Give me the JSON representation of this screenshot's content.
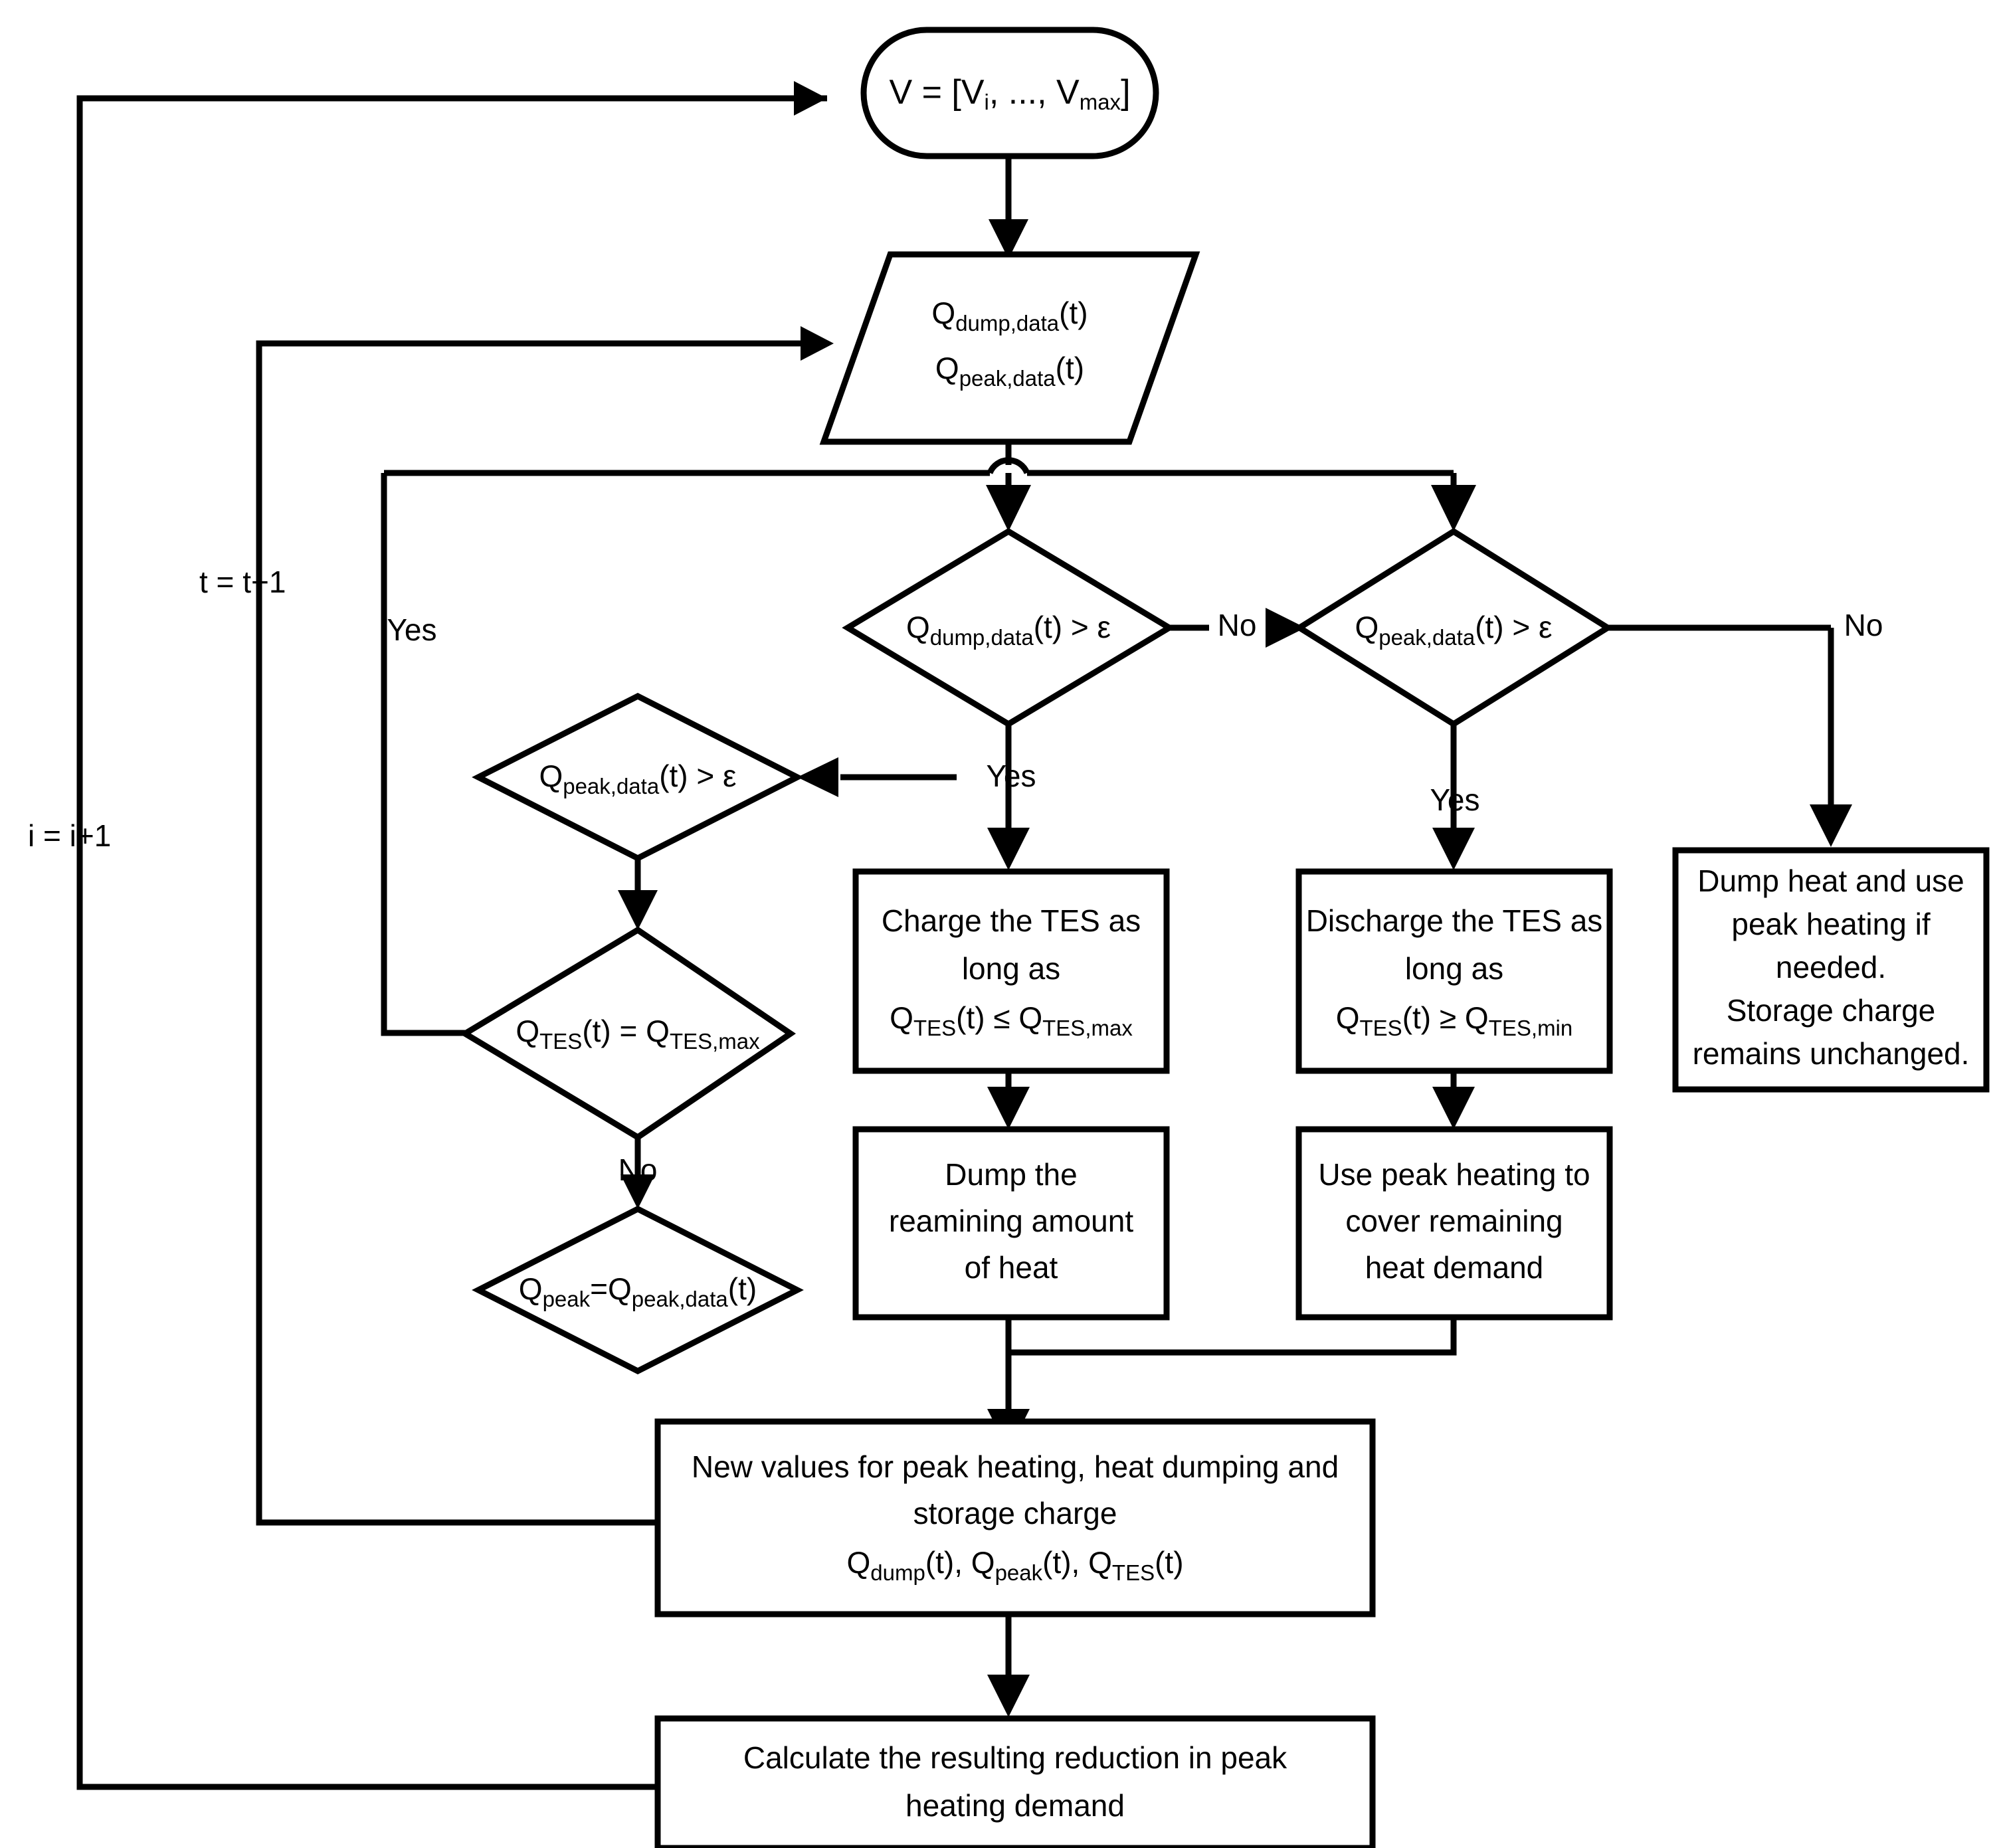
{
  "diagram": {
    "title": "TES peak heating reduction algorithm flowchart",
    "nodes": {
      "start": {
        "type": "terminator",
        "text_main": "V = [V",
        "sub_1": "i",
        "text_mid": ", ..., V",
        "sub_2": "max",
        "text_end": "]",
        "plain": "V = [Vi, ..., Vmax]"
      },
      "input_data": {
        "type": "parallelogram",
        "line1_main": "Q",
        "line1_sub": "dump,data",
        "line1_end": "(t)",
        "line2_main": "Q",
        "line2_sub": "peak,data",
        "line2_end": "(t)",
        "plain": "Qdump,data(t) / Qpeak,data(t)"
      },
      "dec_dump": {
        "type": "decision",
        "main": "Q",
        "sub": "dump,data",
        "end": "(t) > ε",
        "plain": "Qdump,data(t) > ε"
      },
      "dec_peak_right": {
        "type": "decision",
        "main": "Q",
        "sub": "peak,data",
        "end": "(t) > ε",
        "plain": "Qpeak,data(t) > ε"
      },
      "dec_peak_left": {
        "type": "decision",
        "main": "Q",
        "sub": "peak,data",
        "end": "(t) > ε",
        "plain": "Qpeak,data(t) > ε"
      },
      "dec_tes_full": {
        "type": "decision",
        "main": "Q",
        "sub": "TES",
        "mid": "(t) =  Q",
        "sub2": "TES,max",
        "plain": "QTES(t) =  QTES,max"
      },
      "dec_qpeak_assign": {
        "type": "decision",
        "main": "Q",
        "sub": "peak",
        "mid": "=Q",
        "sub2": "peak,data",
        "end": "(t)",
        "plain": "Qpeak=Qpeak,data(t)"
      },
      "proc_charge": {
        "type": "process",
        "line1": "Charge the TES as",
        "line2": "long as",
        "line3_main": "Q",
        "line3_sub": "TES",
        "line3_mid": "(t) ≤  Q",
        "line3_sub2": "TES,max",
        "plain": "Charge the TES as long as QTES(t) ≤ QTES,max"
      },
      "proc_discharge": {
        "type": "process",
        "line1": "Discharge the TES as",
        "line2": "long as",
        "line3_main": "Q",
        "line3_sub": "TES",
        "line3_mid": "(t) ≥  Q",
        "line3_sub2": "TES,min",
        "plain": "Discharge the TES as long as QTES(t) ≥ QTES,min"
      },
      "proc_dump_rest": {
        "type": "process",
        "lines": [
          "Dump the",
          "reamining amount",
          "of heat"
        ],
        "plain": "Dump the reamining amount of heat"
      },
      "proc_use_peak": {
        "type": "process",
        "lines": [
          "Use peak heating to",
          "cover remaining",
          "heat demand"
        ],
        "plain": "Use peak heating to cover remaining heat demand"
      },
      "proc_dump_and_peak": {
        "type": "process",
        "lines": [
          "Dump heat and use",
          "peak heating if",
          "needed.",
          "Storage charge",
          "remains unchanged."
        ],
        "plain": "Dump heat and use peak heating if needed. Storage charge remains unchanged."
      },
      "proc_new_values": {
        "type": "process",
        "line1": "New values for peak heating, heat dumping and",
        "line2": "storage charge",
        "line3_a_main": "Q",
        "line3_a_sub": "dump",
        "line3_a_end": "(t), Q",
        "line3_b_sub": "peak",
        "line3_b_end": "(t), Q",
        "line3_c_sub": "TES",
        "line3_c_end": "(t)",
        "plain": "New values for peak heating, heat dumping and storage charge Qdump(t), Qpeak(t), QTES(t)"
      },
      "proc_calc_reduction": {
        "type": "process",
        "lines": [
          "Calculate the resulting reduction in peak",
          "heating demand"
        ],
        "plain": "Calculate the resulting reduction in peak heating demand"
      }
    },
    "edge_labels": {
      "i_increment": "i = i+1",
      "t_increment": "t = t+1",
      "yes_left_loop": "Yes",
      "no_dump_to_peak": "No",
      "yes_dump_charge": "Yes",
      "yes_peak_discharge": "Yes",
      "no_peak_dump_use": "No",
      "no_tes_full": "No"
    },
    "colors": {
      "stroke": "#000000",
      "fill": "#ffffff",
      "text": "#000000"
    }
  }
}
